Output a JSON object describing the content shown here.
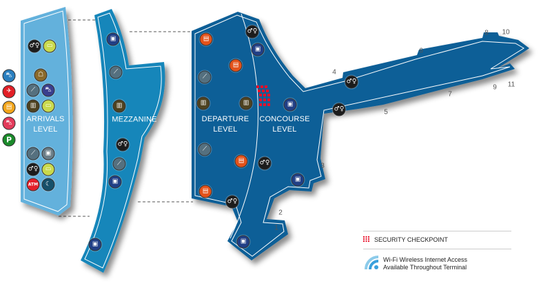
{
  "levels": {
    "arrivals": [
      "ARRIVALS",
      "LEVEL"
    ],
    "mezzanine": "MEZZANINE",
    "departure": [
      "DEPARTURE",
      "LEVEL"
    ],
    "concourse": [
      "CONCOURSE",
      "LEVEL"
    ]
  },
  "gates": [
    "1",
    "2",
    "3",
    "4",
    "5",
    "6",
    "7",
    "8",
    "9",
    "10",
    "11"
  ],
  "legend": {
    "security": "SECURITY CHECKPOINT",
    "wifi_line1": "Wi-Fi Wireless Internet Access",
    "wifi_line2": "Available Throughout Terminal"
  },
  "icons": {
    "restroom": "restroom-icon",
    "baggage": "baggage-icon",
    "seating": "seating-icon",
    "escalator": "escalator-icon",
    "elevator": "elevator-icon",
    "ticket": "ticket-counter-icon",
    "atm_text": "ATM",
    "parking_text": "P"
  },
  "colors": {
    "arrivals": "#63b1dc",
    "mezzanine": "#1586ba",
    "terminal": "#0e5f97",
    "security": "#e8102a",
    "wifi": "#3aa0dc"
  }
}
